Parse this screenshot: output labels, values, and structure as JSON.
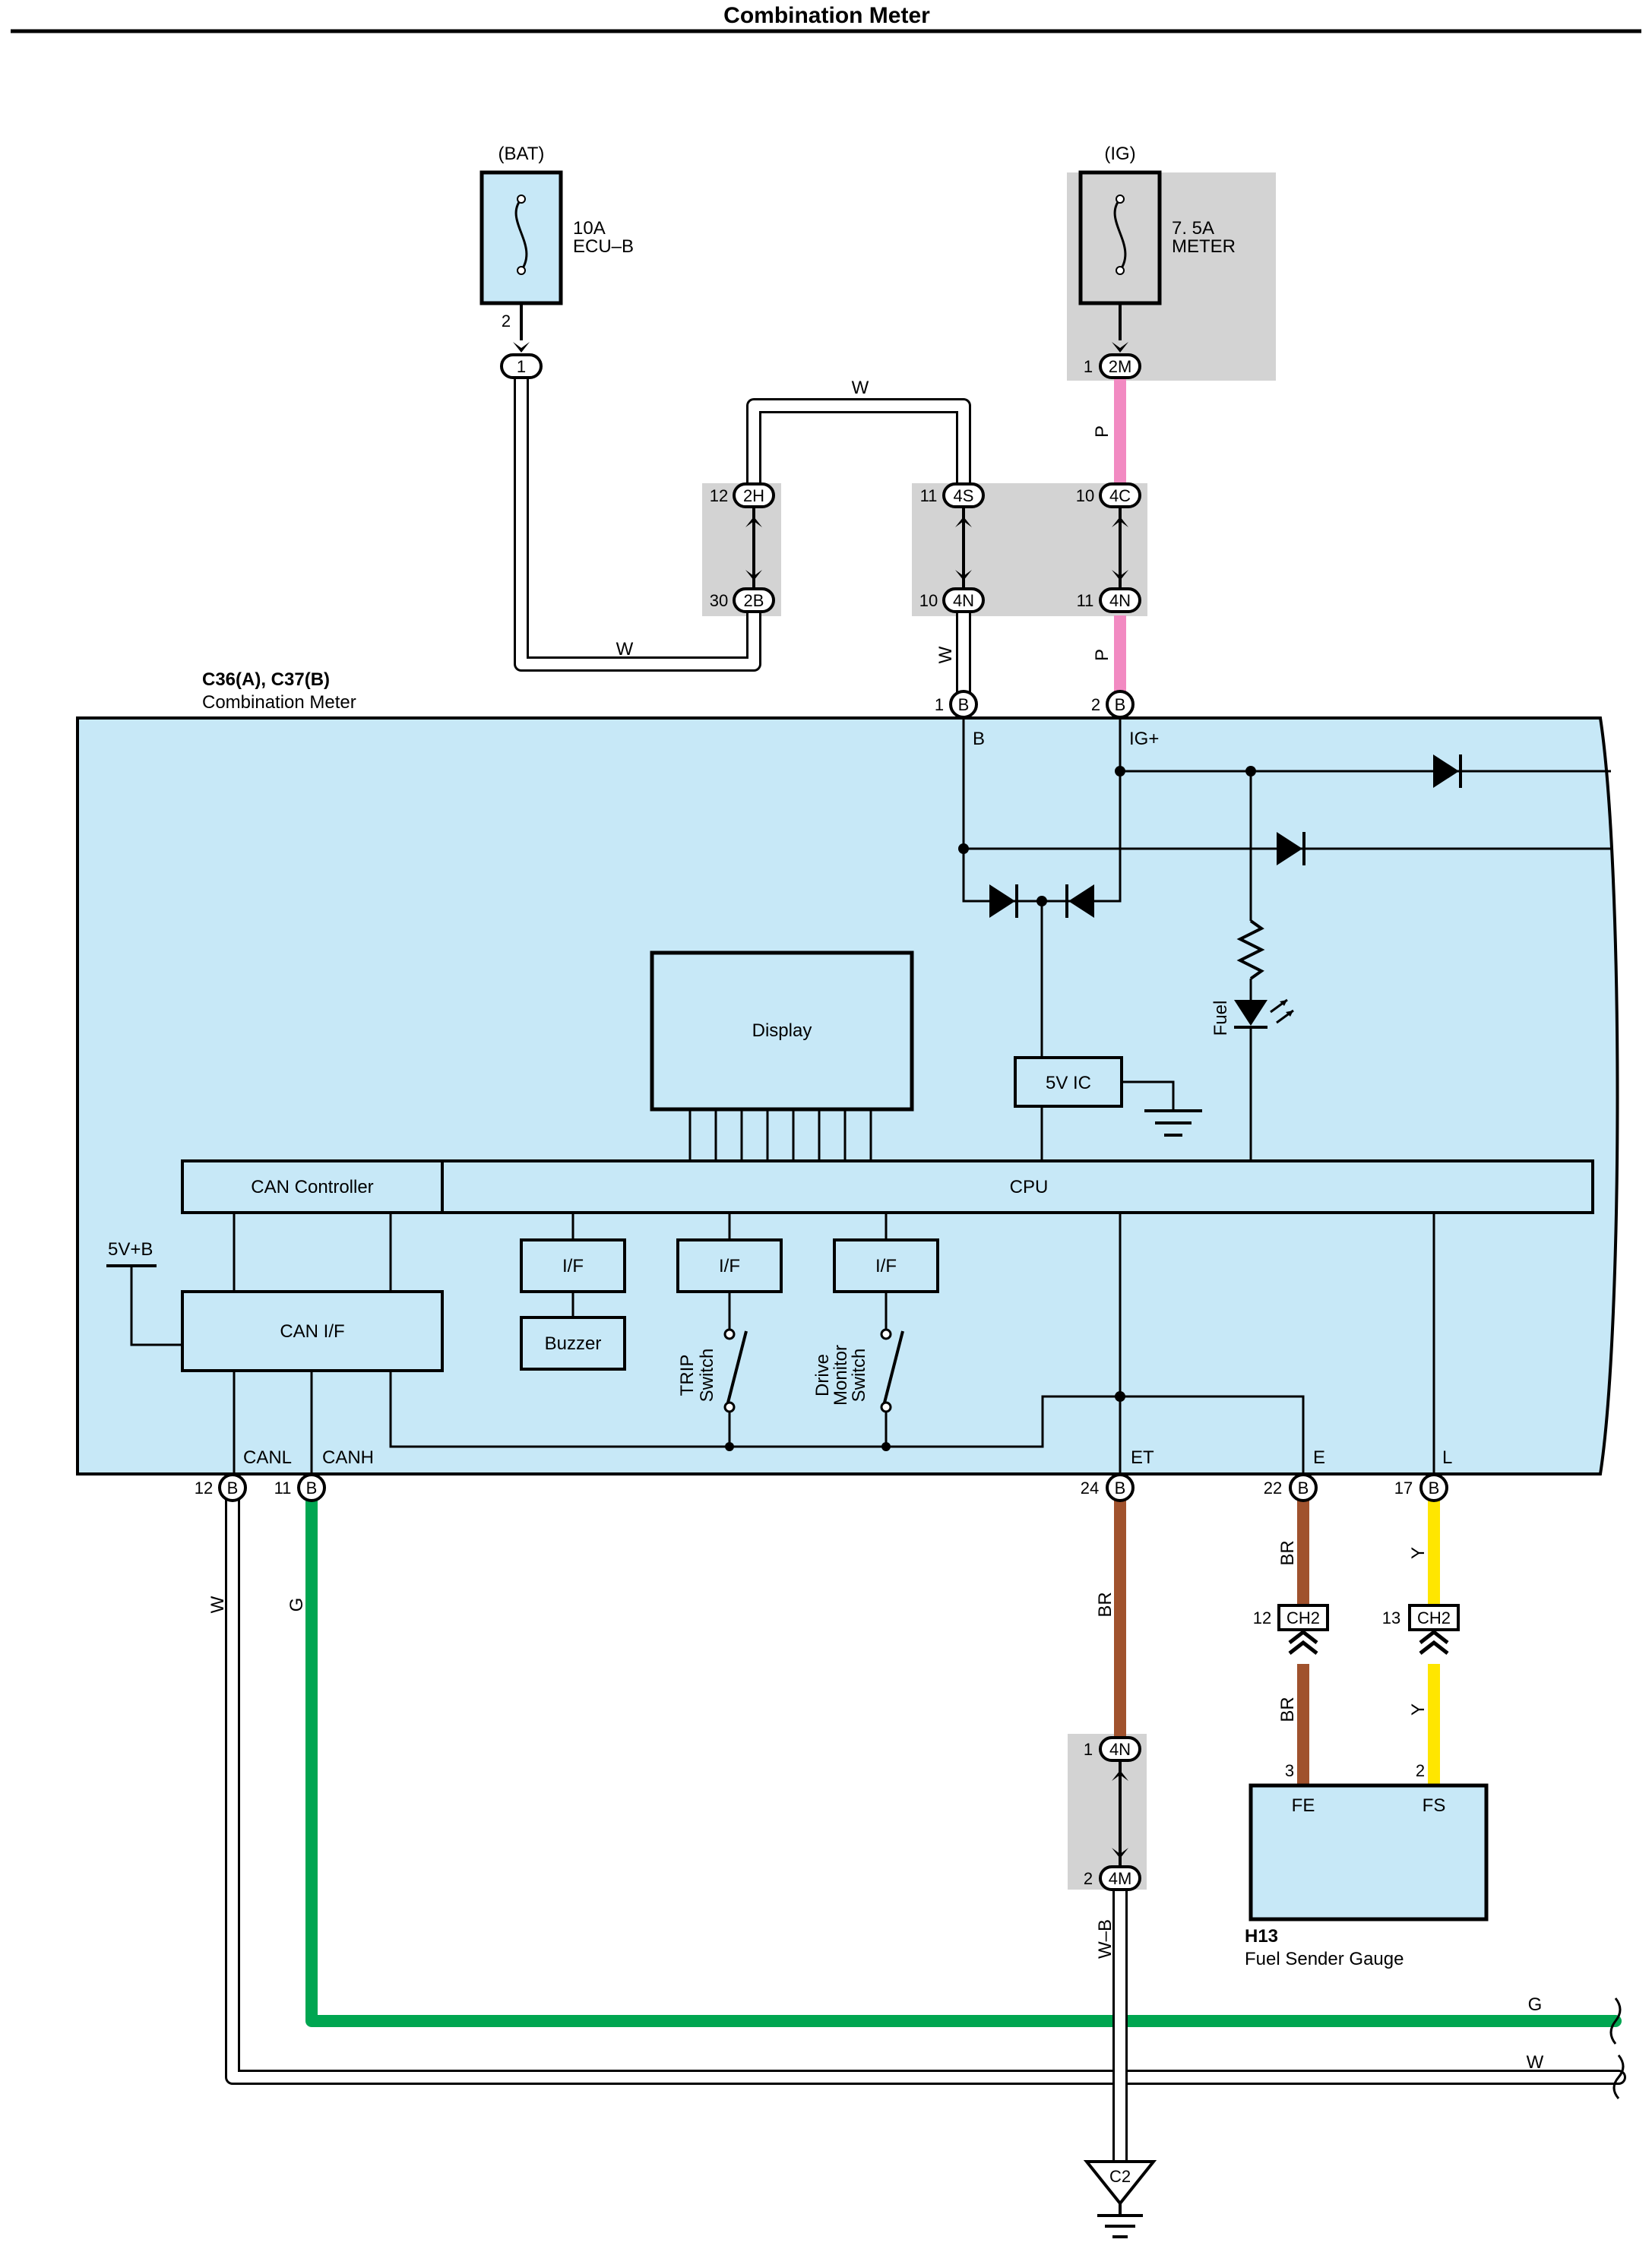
{
  "title": "Combination Meter",
  "fuses": {
    "bat": {
      "source": "(BAT)",
      "rating": "10A",
      "name": "ECU–B"
    },
    "ig": {
      "source": "(IG)",
      "rating": "7. 5A",
      "name": "METER"
    }
  },
  "connectors": {
    "c1": "1",
    "c2m": "2M",
    "c2h": "2H",
    "c2b": "2B",
    "c4s": "4S",
    "c4n": "4N",
    "c4c": "4C",
    "cB": "B",
    "cCH2": "CH2",
    "c4m": "4M",
    "cC2": "C2"
  },
  "pins": {
    "p2": "2",
    "p1": "1",
    "p12": "12",
    "p30": "30",
    "p11": "11",
    "p10": "10",
    "p24": "24",
    "p22": "22",
    "p17": "17",
    "p13": "13",
    "p3": "3"
  },
  "wire_colors": {
    "W": "W",
    "P": "P",
    "G": "G",
    "BR": "BR",
    "Y": "Y",
    "WB": "W–B"
  },
  "meter": {
    "id": "C36(A), C37(B)",
    "name": "Combination Meter"
  },
  "internal": {
    "display": "Display",
    "ic": "5V IC",
    "can_controller": "CAN Controller",
    "cpu": "CPU",
    "can_if": "CAN I/F",
    "if_label": "I/F",
    "buzzer": "Buzzer",
    "supply": "5V+B",
    "fuel": "Fuel",
    "trip1": "TRIP",
    "trip2": "Switch",
    "drive1": "Drive",
    "drive2": "Monitor",
    "drive3": "Switch"
  },
  "terminals": {
    "b": "B",
    "ig": "IG+",
    "canl": "CANL",
    "canh": "CANH",
    "et": "ET",
    "e": "E",
    "l": "L"
  },
  "sender": {
    "id": "H13",
    "name": "Fuel Sender Gauge",
    "fe": "FE",
    "fs": "FS"
  },
  "colors": {
    "component_fill": "#c7e8f7",
    "shade": "#d3d3d3",
    "pink": "#f28ac2",
    "green": "#00a651",
    "brown": "#a0522d",
    "yellow": "#ffe600",
    "white_wire": "#ffffff"
  }
}
